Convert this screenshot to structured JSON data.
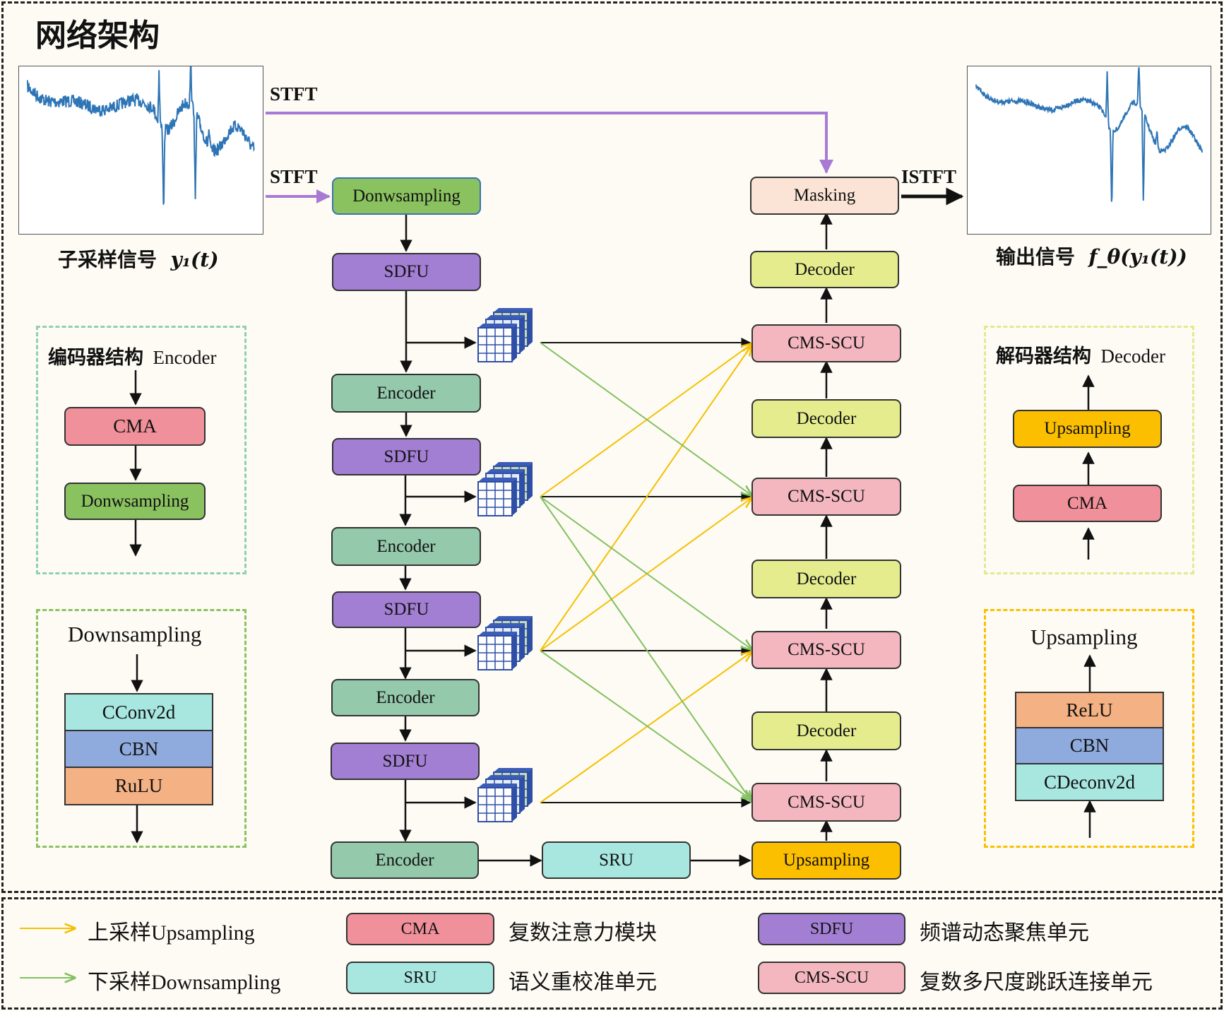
{
  "title": "网络架构",
  "colors": {
    "encoder": "#94c9ac",
    "sdfu": "#a37fd4",
    "downsampling": "#8bc260",
    "decoder": "#e4ec8e",
    "cms_scu": "#f4b7c0",
    "masking": "#fbe4d5",
    "upsampling": "#fcbf00",
    "sru": "#a8e6e0",
    "cma": "#f0909a",
    "cconv": "#a8e6e0",
    "cbn": "#8faadc",
    "rulu": "#f4b183",
    "relu": "#f4b183",
    "signal": "#2e75b6",
    "stft_arrow": "#a87ad4",
    "up_line": "#f5c000",
    "down_line": "#82c060"
  },
  "signals": {
    "input_caption_zh": "子采样信号",
    "input_caption_math": "y₁(t)",
    "output_caption_zh": "输出信号",
    "output_caption_math": "f_θ(y₁(t))"
  },
  "ops": {
    "stft_top": "STFT",
    "stft_bottom": "STFT",
    "istft": "ISTFT"
  },
  "encoder_path": {
    "downsampling": "Donwsampling",
    "sdfu": "SDFU",
    "encoder": "Encoder"
  },
  "decoder_path": {
    "masking": "Masking",
    "decoder": "Decoder",
    "cms_scu": "CMS-SCU",
    "upsampling": "Upsampling"
  },
  "bottleneck": {
    "sru": "SRU"
  },
  "encoder_legend": {
    "title_zh": "编码器结构",
    "title_en": "Encoder",
    "blocks": [
      "CMA",
      "Donwsampling"
    ]
  },
  "decoder_legend": {
    "title_zh": "解码器结构",
    "title_en": "Decoder",
    "blocks": [
      "Upsampling",
      "CMA"
    ]
  },
  "downsampling_legend": {
    "title": "Downsampling",
    "rows": [
      "CConv2d",
      "CBN",
      "RuLU"
    ]
  },
  "upsampling_legend": {
    "title": "Upsampling",
    "rows": [
      "ReLU",
      "CBN",
      "CDeconv2d"
    ]
  },
  "key": {
    "up_zh": "上采样",
    "up_en": "Upsampling",
    "down_zh": "下采样",
    "down_en": "Downsampling",
    "cma_label": "CMA",
    "cma_desc": "复数注意力模块",
    "sru_label": "SRU",
    "sru_desc": "语义重校准单元",
    "sdfu_label": "SDFU",
    "sdfu_desc": "频谱动态聚焦单元",
    "cms_label": "CMS-SCU",
    "cms_desc": "复数多尺度跳跃连接单元"
  }
}
